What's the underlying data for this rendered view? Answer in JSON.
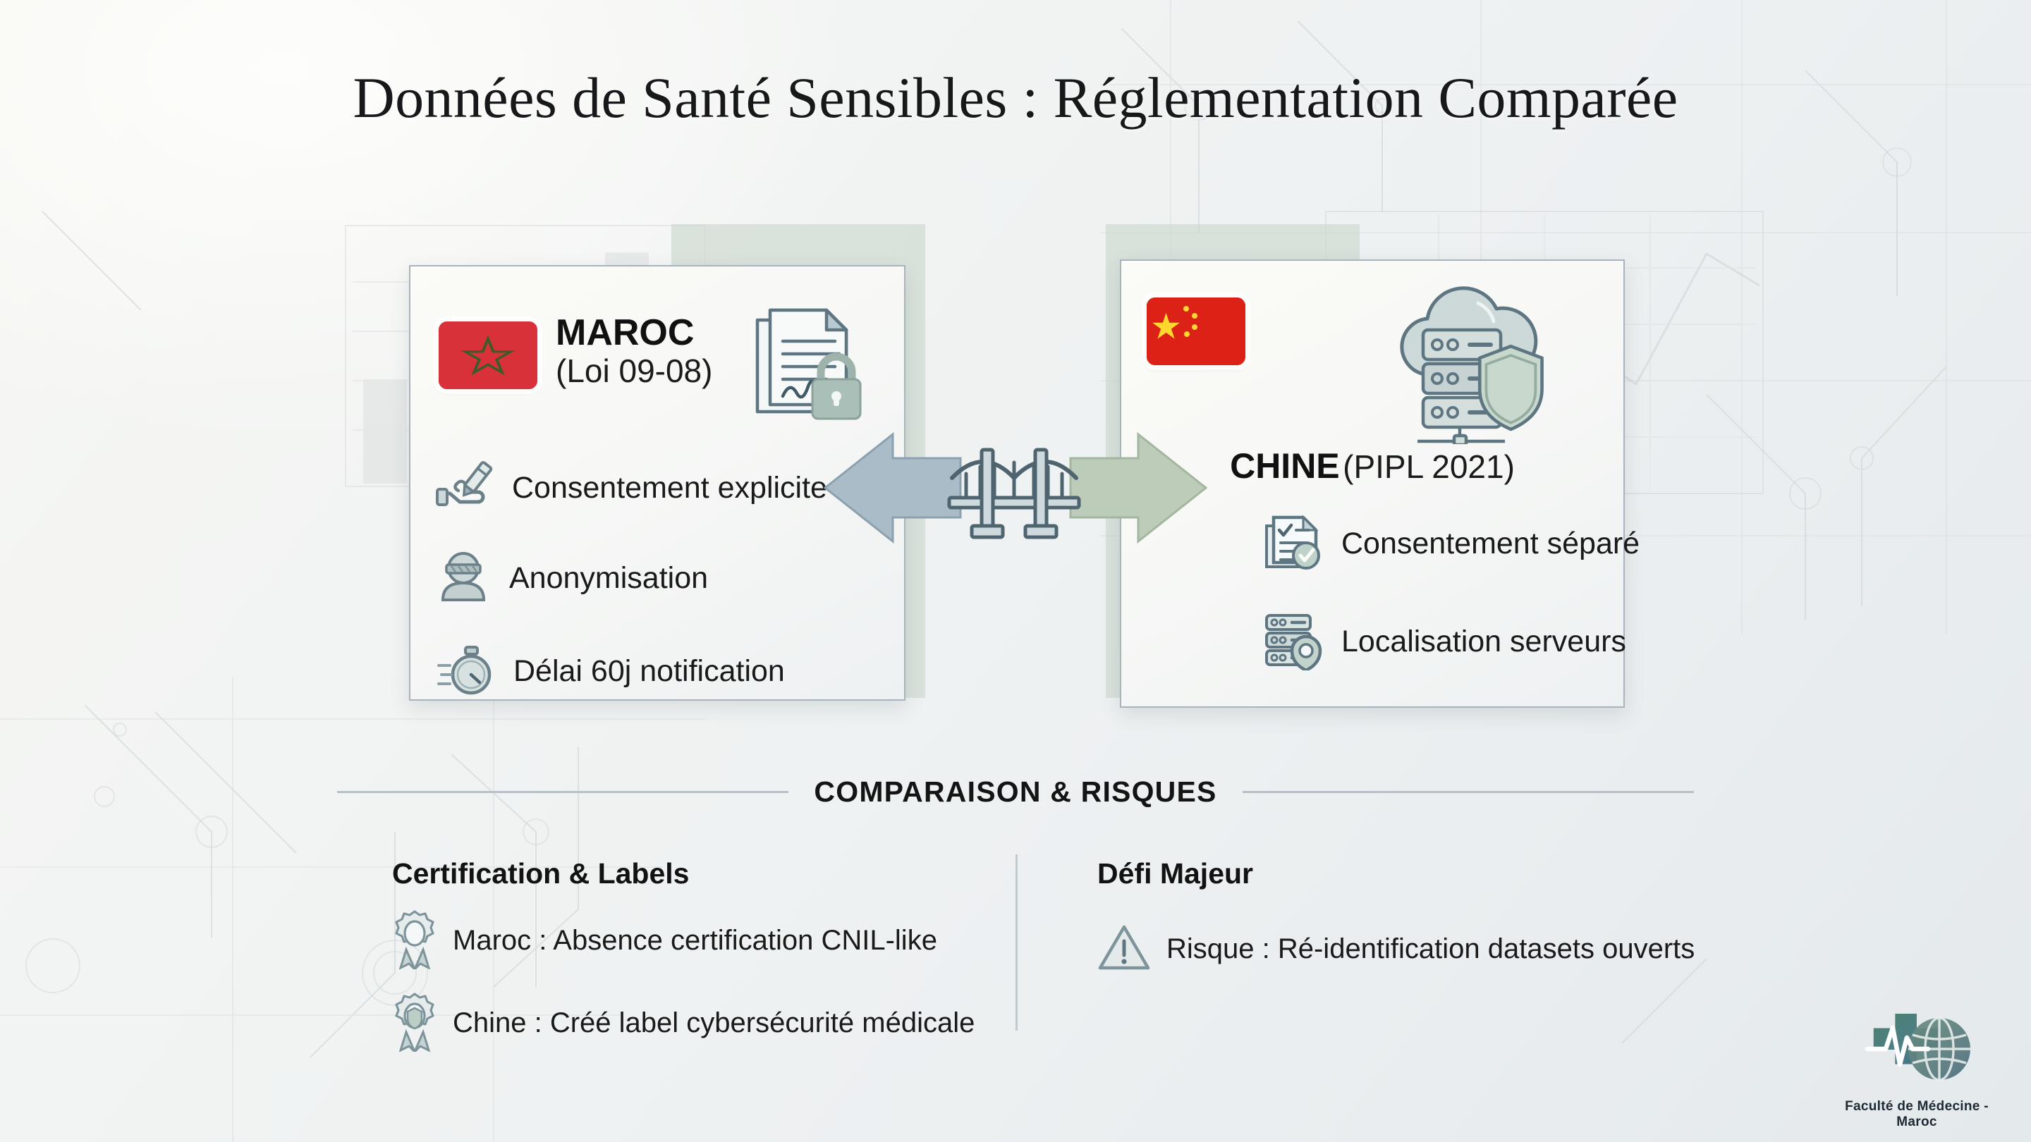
{
  "title": "Données de Santé Sensibles : Réglementation Comparée",
  "morocco": {
    "flag_icon": "morocco-flag-icon",
    "name": "MAROC",
    "law": "(Loi 09-08)",
    "header_icon": "document-lock-icon",
    "bullets": [
      {
        "icon": "hand-signature-icon",
        "label": "Consentement explicite"
      },
      {
        "icon": "anonymous-person-icon",
        "label": "Anonymisation"
      },
      {
        "icon": "stopwatch-icon",
        "label": "Délai 60j notification"
      }
    ]
  },
  "china": {
    "flag_icon": "china-flag-icon",
    "name": "CHINE",
    "law": "(PIPL 2021)",
    "header_icon": "cloud-server-shield-icon",
    "bullets": [
      {
        "icon": "checklist-verified-icon",
        "label": "Consentement séparé"
      },
      {
        "icon": "server-location-pin-icon",
        "label": "Localisation serveurs"
      }
    ]
  },
  "connector": {
    "bridge_icon": "suspension-bridge-icon",
    "left_arrow_icon": "arrow-left-icon",
    "right_arrow_icon": "arrow-right-icon"
  },
  "comparison": {
    "section_title": "COMPARAISON & RISQUES",
    "left": {
      "heading": "Certification & Labels",
      "rows": [
        {
          "icon": "award-ribbon-icon",
          "label": "Maroc : Absence certification CNIL-like"
        },
        {
          "icon": "award-ribbon-shield-icon",
          "label": "Chine : Créé label cybersécurité médicale"
        }
      ]
    },
    "right": {
      "heading": "Défi Majeur",
      "rows": [
        {
          "icon": "warning-triangle-icon",
          "label": "Risque : Ré-identification datasets ouverts"
        }
      ]
    }
  },
  "logo": {
    "icon": "medical-cross-globe-icon",
    "caption": "Faculté de Médecine - Maroc"
  },
  "colors": {
    "morocco_flag": "#d8313a",
    "china_flag": "#dc2116",
    "arrow_left": "#a9bcc7",
    "arrow_right": "#bcccb9",
    "icon_stroke": "#4e6570",
    "icon_fill": "#b9c9c3"
  }
}
